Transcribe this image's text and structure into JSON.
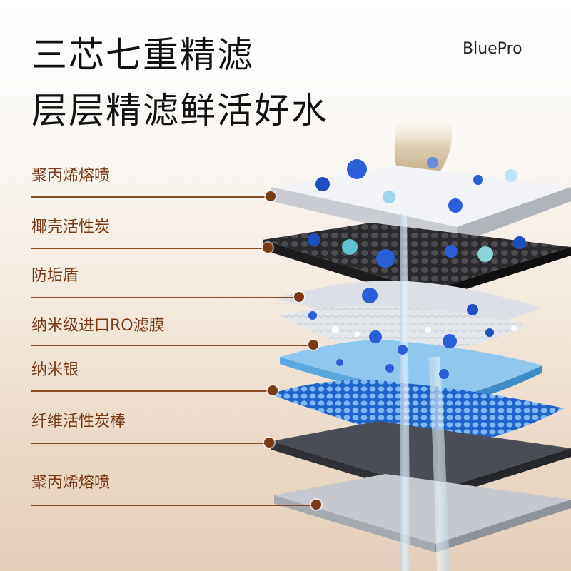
{
  "headline": {
    "line1": "三芯七重精滤",
    "line2": "层层精滤鲜活好水"
  },
  "brand": "BluePro",
  "layers": [
    {
      "label": "聚丙烯熔喷",
      "icon": "pp-melt-layer-icon"
    },
    {
      "label": "椰壳活性炭",
      "icon": "carbon-layer-icon"
    },
    {
      "label": "防垢盾",
      "icon": "scale-shield-layer-icon"
    },
    {
      "label": "纳米级进口RO滤膜",
      "icon": "ro-membrane-layer-icon"
    },
    {
      "label": "纳米银",
      "icon": "nano-silver-layer-icon"
    },
    {
      "label": "纤维活性炭棒",
      "icon": "fiber-carbon-layer-icon"
    },
    {
      "label": "聚丙烯熔喷",
      "icon": "pp-melt-bottom-layer-icon"
    }
  ],
  "colors": {
    "label": "#7a3a15",
    "leader": "#8a4a22",
    "headline": "#111111",
    "water": "#cfe6f5",
    "bacteria": "#2a5fd8"
  }
}
